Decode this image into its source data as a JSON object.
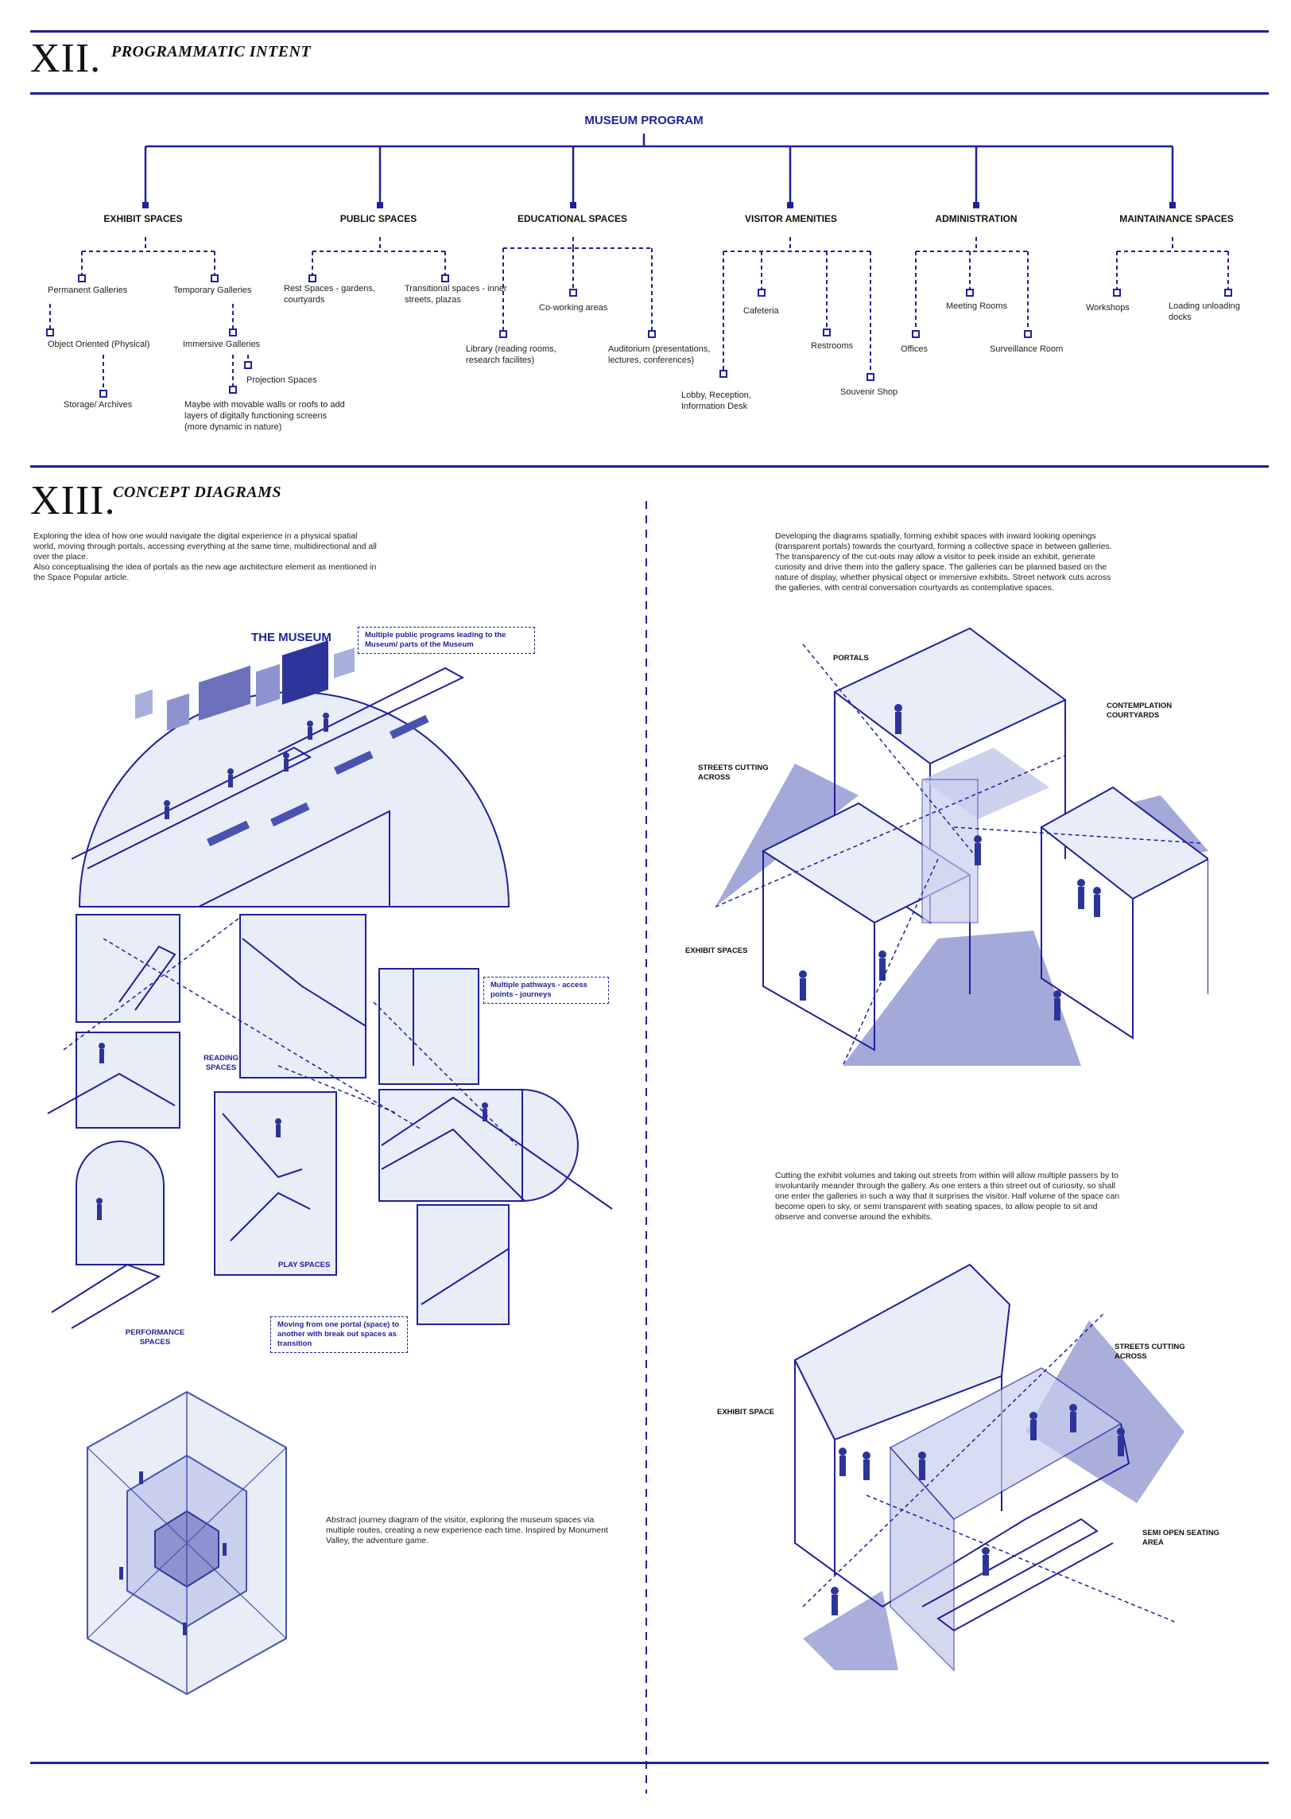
{
  "section12": {
    "numeral": "XII.",
    "title": "PROGRAMMATIC INTENT"
  },
  "section13": {
    "numeral": "XIII.",
    "title": "CONCEPT DIAGRAMS"
  },
  "tree": {
    "root": "MUSEUM PROGRAM",
    "categories": [
      {
        "label": "EXHIBIT SPACES",
        "items": [
          "Permanent Galleries",
          "Temporary Galleries",
          "Object Oriented (Physical)",
          "Immersive Galleries",
          "Projection Spaces",
          "Storage/ Archives",
          "Maybe with movable walls or roofs to add layers of digitally functioning screens\n(more dynamic in nature)"
        ]
      },
      {
        "label": "PUBLIC SPACES",
        "items": [
          "Rest Spaces - gardens, courtyards",
          "Transitional spaces - inner streets, plazas"
        ]
      },
      {
        "label": "EDUCATIONAL SPACES",
        "items": [
          "Co-working areas",
          "Library (reading rooms, research facilites)",
          "Auditorium (presentations, lectures, conferences)"
        ]
      },
      {
        "label": "VISITOR AMENITIES",
        "items": [
          "Cafeteria",
          "Restrooms",
          "Lobby, Reception, Information Desk",
          "Souvenir Shop"
        ]
      },
      {
        "label": "ADMINISTRATION",
        "items": [
          "Meeting Rooms",
          "Offices",
          "Surveillance Room"
        ]
      },
      {
        "label": "MAINTAINANCE SPACES",
        "items": [
          "Workshops",
          "Loading unloading docks"
        ]
      }
    ]
  },
  "left": {
    "intro": "Exploring the idea of how one would navigate the digital experience in a physical spatial world, moving through portals, accessing everything at the same time, multidirectional and all over the place.\nAlso conceptualising the idea of portals as the new age architecture element as mentioned in the Space Popular article.",
    "museum_title": "THE MUSEUM",
    "callout_public": "Multiple public programs leading to the Museum/ parts of the Museum",
    "callout_pathways": "Multiple pathways - access points - journeys",
    "callout_portal": "Moving from one portal (space) to another with break out spaces as transition",
    "reading": "READING SPACES",
    "play": "PLAY SPACES",
    "performance": "PERFORMANCE SPACES",
    "journey_text": "Abstract journey diagram of the visitor, exploring the museum spaces via multiple routes, creating a new experience each time. Inspired by Monument Valley, the adventure game."
  },
  "right": {
    "text1": "Developing the diagrams spatially, forming exhibit spaces with inward looking openings (transparent portals) towards the courtyard, forming a collective space in between galleries. The transparency of the cut-outs may allow a visitor to peek inside an exhibit, generate curiosity and drive them into the gallery space. The galleries can be planned based on the nature of display, whether physical object or immersive exhibits. Street network cuts across the galleries, with central conversation courtyards as contemplative spaces.",
    "portals": "PORTALS",
    "contemplation": "CONTEMPLATION COURTYARDS",
    "streets1": "STREETS CUTTING ACROSS",
    "exhibit1": "EXHIBIT SPACES",
    "text2": "Cutting the exhibit volumes and taking out streets from within will allow multiple passers by to involuntarily meander through the gallery. As one enters a thin street out of curiosity, so shall one enter the galleries in such a way that it surprises the visitor. Half volume of the space can become open to sky, or semi transparent with seating spaces, to allow people to sit and observe and converse around the exhibits.",
    "exhibit2": "EXHIBIT SPACE",
    "streets2": "STREETS CUTTING ACROSS",
    "seating": "SEMI OPEN SEATING AREA"
  }
}
